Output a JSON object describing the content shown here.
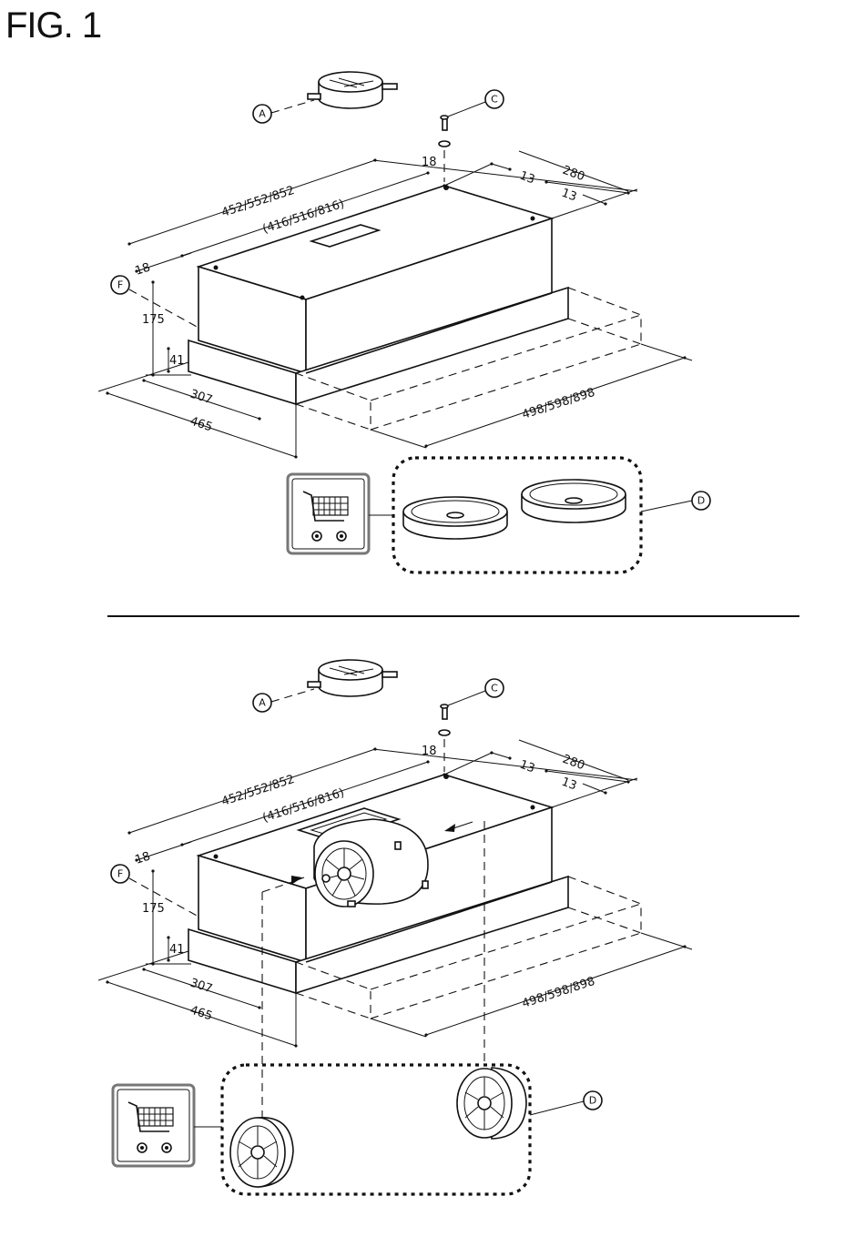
{
  "title": "FIG. 1",
  "callouts": {
    "a": "A",
    "c": "C",
    "d": "D",
    "f": "F"
  },
  "dimensions": {
    "width_outer": "452/552/852",
    "width_inner": "(416/516/816)",
    "depth_total": "280",
    "offset_18": "18",
    "offset_13": "13",
    "height_total": "175",
    "height_front": "41",
    "depth_307": "307",
    "depth_465": "465",
    "extension": "498/598/898"
  },
  "icons": [
    "shopping-cart-icon",
    "carbon-filter-icon"
  ]
}
